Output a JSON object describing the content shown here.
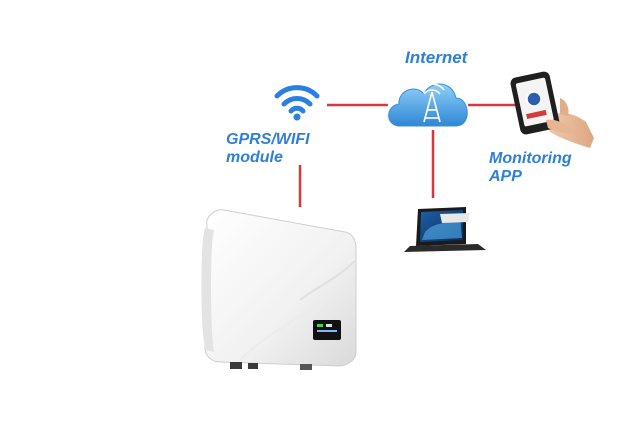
{
  "labels": {
    "internet": "Internet",
    "gprs_wifi_line1": "GPRS/WIFI",
    "gprs_wifi_line2": "module",
    "monitoring_line1": "Monitoring",
    "monitoring_line2": "APP"
  },
  "colors": {
    "label_blue": "#2f7fd8",
    "connector_red": "#d9363e",
    "wifi_blue": "#2a7fe0",
    "cloud_blue": "#4aa6ea"
  },
  "icons": [
    "wifi-icon",
    "cloud-icon",
    "smartphone-icon",
    "laptop-icon",
    "inverter-device"
  ]
}
